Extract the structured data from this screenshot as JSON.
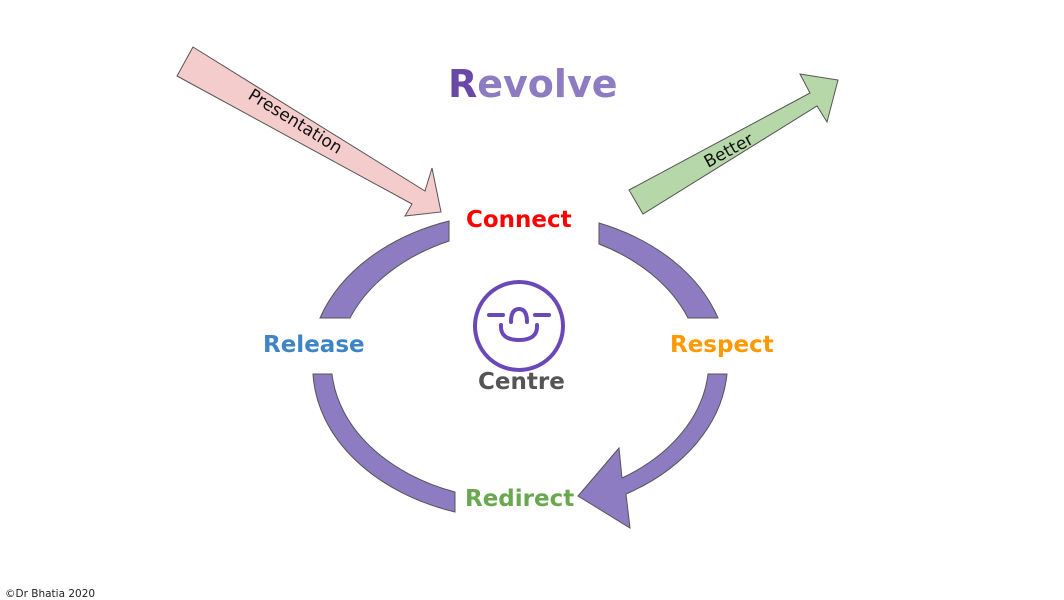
{
  "title": {
    "first_letter": "R",
    "rest": "evolve"
  },
  "arrows": {
    "incoming": {
      "label": "Presentation",
      "fill": "#f4cccc"
    },
    "outgoing": {
      "label": "Better",
      "fill": "#b6d7a8"
    }
  },
  "cycle": {
    "color": "#8e7cc3",
    "stages": [
      {
        "key": "connect",
        "label": "Connect",
        "color": "#ff0000"
      },
      {
        "key": "respect",
        "label": "Respect",
        "color": "#ff9900"
      },
      {
        "key": "redirect",
        "label": "Redirect",
        "color": "#6aa84f"
      },
      {
        "key": "release",
        "label": "Release",
        "color": "#3d85c6"
      }
    ],
    "centre": {
      "label": "Centre",
      "color": "#555555",
      "icon": "smiling-face-icon",
      "icon_color": "#6a48b8"
    }
  },
  "footer": "©Dr Bhatia 2020"
}
